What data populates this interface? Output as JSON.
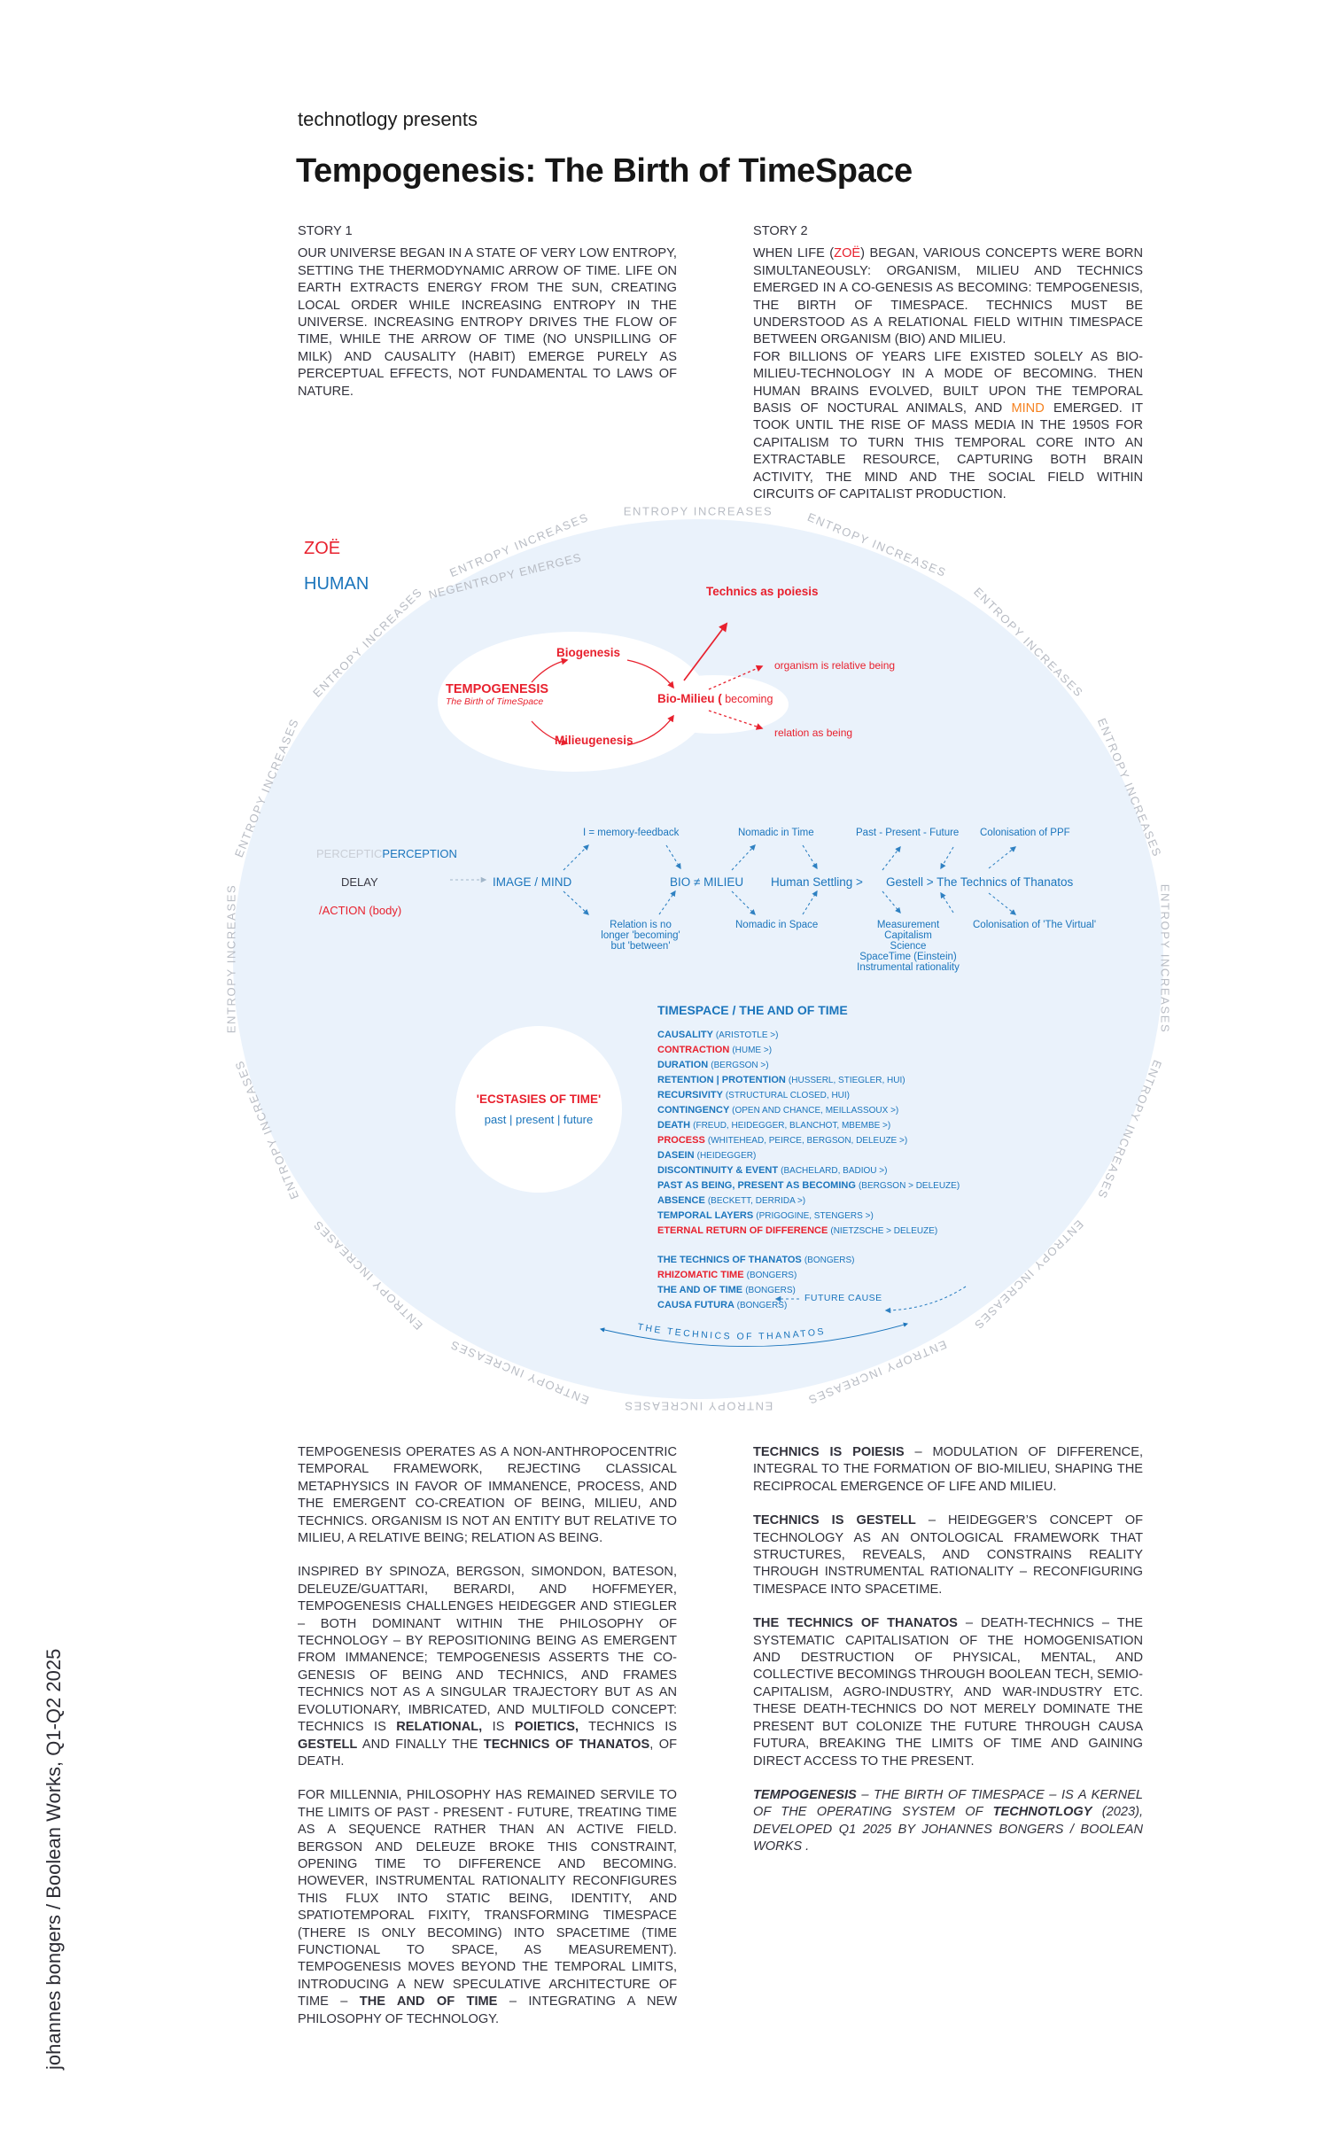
{
  "header": {
    "presenter": "technotlogy presents",
    "title": "Tempogenesis: The Birth of TimeSpace"
  },
  "credit": "johannes bongers / Boolean Works, Q1-Q2 2025",
  "story1": {
    "heading": "STORY 1",
    "body": "OUR UNIVERSE BEGAN IN A STATE OF VERY LOW ENTROPY, SETTING THE THERMODYNAMIC ARROW OF TIME. LIFE ON EARTH EXTRACTS ENERGY FROM THE SUN, CREATING LOCAL ORDER WHILE INCREASING ENTROPY IN THE UNIVERSE. INCREASING ENTROPY DRIVES THE FLOW OF TIME, WHILE THE ARROW OF TIME (NO UNSPILLING OF MILK) AND CAUSALITY (HABIT) EMERGE PURELY AS PERCEPTUAL EFFECTS, NOT FUNDAMENTAL TO LAWS OF NATURE."
  },
  "story2": {
    "heading": "STORY 2",
    "p1": [
      {
        "t": "WHEN LIFE ("
      },
      {
        "t": "ZOË",
        "c": "red"
      },
      {
        "t": ") BEGAN, VARIOUS CONCEPTS WERE BORN SIMULTANEOUSLY: ORGANISM, MILIEU AND TECHNICS EMERGED IN A CO-GENESIS AS BECOMING: TEMPOGENESIS, THE BIRTH OF TIMESPACE. TECHNICS MUST BE UNDERSTOOD AS A RELATIONAL FIELD WITHIN TIMESPACE BETWEEN ORGANISM (BIO) AND MILIEU."
      }
    ],
    "p2": [
      {
        "t": "FOR BILLIONS OF YEARS LIFE EXISTED SOLELY AS BIO-MILIEU-TECHNOLOGY IN A MODE OF BECOMING. THEN HUMAN BRAINS EVOLVED, BUILT UPON THE TEMPORAL BASIS OF NOCTURAL ANIMALS, AND "
      },
      {
        "t": "MIND",
        "c": "orange"
      },
      {
        "t": " EMERGED. IT TOOK UNTIL THE RISE OF MASS MEDIA IN THE 1950S FOR CAPITALISM TO TURN THIS TEMPORAL CORE INTO AN EXTRACTABLE RESOURCE, CAPTURING BOTH BRAIN ACTIVITY, THE MIND AND THE SOCIAL FIELD WITHIN CIRCUITS OF CAPITALIST PRODUCTION."
      }
    ]
  },
  "diagram": {
    "ring_label": "ENTROPY INCREASES",
    "negentropy": "NEGENTROPY EMERGES",
    "zoe": "ZOË",
    "human": "HUMAN",
    "core": {
      "tempogenesis": "TEMPOGENESIS",
      "tempo_sub": "The Birth of TimeSpace",
      "biogenesis": "Biogenesis",
      "milieugenesis": "Milieugenesis",
      "bio_milieu": "Bio-Milieu (",
      "becoming": " becoming",
      "technics_poiesis": "Technics as poiesis",
      "organism_relative": "organism is relative being",
      "relation_being": "relation as being"
    },
    "flow": {
      "perceptic": "PERCEPTIC",
      "perception": "PERCEPTION",
      "delay": "DELAY",
      "action": "/ACTION (body)",
      "image_mind": "IMAGE / MIND",
      "bio_ne_milieu": "BIO ≠ MILIEU",
      "human_settling": "Human Settling >",
      "gestell": "Gestell > The Technics of Thanatos",
      "memory_feedback": "I = memory-feedback",
      "nomadic_time": "Nomadic in Time",
      "ppf": "Past - Present - Future",
      "colonisation_ppf": "Colonisation of PPF",
      "relation_lines": [
        "Relation is no",
        "longer 'becoming'",
        "but 'between'"
      ],
      "nomadic_space": "Nomadic in Space",
      "measurement_lines": [
        "Measurement",
        "Capitalism",
        "Science",
        "SpaceTime (Einstein)",
        "Instrumental rationality"
      ],
      "colonisation_virtual": "Colonisation of 'The Virtual'"
    },
    "ecstasies": {
      "title": "'ECSTASIES OF TIME'",
      "subtitle": "past | present | future"
    },
    "timespace": {
      "heading": "TIMESPACE / THE AND OF TIME",
      "items": [
        {
          "term": "CAUSALITY",
          "note": "(ARISTOTLE >)",
          "red": false
        },
        {
          "term": "CONTRACTION",
          "note": "(HUME >)",
          "red": true
        },
        {
          "term": "DURATION",
          "note": "(BERGSON >)",
          "red": false
        },
        {
          "term": "RETENTION | PROTENTION",
          "note": "(HUSSERL, STIEGLER, HUI)",
          "red": false
        },
        {
          "term": "RECURSIVITY",
          "note": "(STRUCTURAL CLOSED, HUI)",
          "red": false
        },
        {
          "term": "CONTINGENCY",
          "note": "(OPEN AND CHANCE, MEILLASSOUX >)",
          "red": false
        },
        {
          "term": "DEATH",
          "note": "(FREUD, HEIDEGGER, BLANCHOT, MBEMBE >)",
          "red": false
        },
        {
          "term": "PROCESS",
          "note": "(WHITEHEAD, PEIRCE, BERGSON, DELEUZE >)",
          "red": true
        },
        {
          "term": "DASEIN",
          "note": "(HEIDEGGER)",
          "red": false
        },
        {
          "term": "DISCONTINUITY & EVENT",
          "note": "(BACHELARD, BADIOU >)",
          "red": false
        },
        {
          "term": "PAST AS BEING, PRESENT AS BECOMING",
          "note": "(BERGSON > DELEUZE)",
          "red": false
        },
        {
          "term": "ABSENCE",
          "note": "(BECKETT, DERRIDA >)",
          "red": false
        },
        {
          "term": "TEMPORAL LAYERS",
          "note": "(PRIGOGINE, STENGERS >)",
          "red": false
        },
        {
          "term": "ETERNAL RETURN OF DIFFERENCE",
          "note": "(NIETZSCHE > DELEUZE)",
          "red": true
        }
      ],
      "items_bongers": [
        {
          "term": "THE TECHNICS OF THANATOS",
          "note": "(BONGERS)",
          "red": false
        },
        {
          "term": "RHIZOMATIC TIME",
          "note": "(BONGERS)",
          "red": true
        },
        {
          "term": "THE AND OF TIME",
          "note": "(BONGERS)",
          "red": false
        },
        {
          "term": "CAUSA FUTURA",
          "note": "(BONGERS)",
          "red": false
        }
      ],
      "future_cause": "FUTURE CAUSE"
    },
    "thanatos_arc": "THE TECHNICS OF THANATOS"
  },
  "essay": {
    "left": [
      [
        {
          "t": "TEMPOGENESIS OPERATES AS A NON-ANTHROPOCENTRIC TEMPORAL FRAMEWORK, REJECTING CLASSICAL METAPHYSICS IN FAVOR OF IMMANENCE, PROCESS, AND THE EMERGENT CO-CREATION OF BEING, MILIEU, AND TECHNICS. ORGANISM IS NOT AN ENTITY BUT RELATIVE TO MILIEU, A RELATIVE BEING; RELATION AS BEING."
        }
      ],
      [
        {
          "t": "INSPIRED BY SPINOZA, BERGSON, SIMONDON, BATESON, DELEUZE/GUATTARI, BERARDI, AND HOFFMEYER, TEMPOGENESIS CHALLENGES HEIDEGGER AND STIEGLER – BOTH DOMINANT WITHIN THE PHILOSOPHY OF TECHNOLOGY – BY REPOSITIONING BEING AS EMERGENT FROM IMMANENCE; TEMPOGENESIS ASSERTS THE CO-GENESIS OF BEING AND TECHNICS, AND FRAMES TECHNICS NOT AS A SINGULAR TRAJECTORY BUT AS AN EVOLUTIONARY, IMBRICATED, AND MULTIFOLD CONCEPT: TECHNICS IS "
        },
        {
          "t": "RELATIONAL,",
          "b": true
        },
        {
          "t": " IS "
        },
        {
          "t": "POIETICS,",
          "b": true
        },
        {
          "t": " TECHNICS IS "
        },
        {
          "t": "GESTELL",
          "b": true
        },
        {
          "t": " AND FINALLY THE "
        },
        {
          "t": "TECHNICS OF THANATOS",
          "b": true
        },
        {
          "t": ", OF DEATH."
        }
      ],
      [
        {
          "t": "FOR MILLENNIA, PHILOSOPHY HAS REMAINED SERVILE TO THE LIMITS OF PAST - PRESENT - FUTURE, TREATING TIME AS A SEQUENCE RATHER THAN AN ACTIVE FIELD. BERGSON AND DELEUZE BROKE THIS CONSTRAINT, OPENING TIME TO DIFFERENCE AND BECOMING. HOWEVER, INSTRUMENTAL RATIONALITY RECONFIGURES THIS FLUX INTO STATIC BEING, IDENTITY, AND SPATIOTEMPORAL FIXITY, TRANSFORMING TIMESPACE (THERE IS ONLY BECOMING) INTO SPACETIME (TIME FUNCTIONAL TO SPACE, AS MEASUREMENT). TEMPOGENESIS MOVES BEYOND THE TEMPORAL LIMITS, INTRODUCING A NEW SPECULATIVE ARCHITECTURE OF TIME – "
        },
        {
          "t": "THE AND OF TIME",
          "b": true
        },
        {
          "t": " – INTEGRATING A NEW PHILOSOPHY OF TECHNOLOGY."
        }
      ]
    ],
    "right": [
      [
        {
          "t": "TECHNICS IS POIESIS",
          "b": true
        },
        {
          "t": " – MODULATION OF DIFFERENCE, INTEGRAL TO THE FORMATION OF BIO-MILIEU, SHAPING THE RECIPROCAL EMERGENCE OF LIFE AND MILIEU."
        }
      ],
      [
        {
          "t": "TECHNICS IS GESTELL",
          "b": true
        },
        {
          "t": " – HEIDEGGER’S CONCEPT OF TECHNOLOGY AS AN ONTOLOGICAL FRAMEWORK THAT STRUCTURES, REVEALS, AND CONSTRAINS REALITY THROUGH INSTRUMENTAL RATIONALITY – RECONFIGURING TIMESPACE INTO SPACETIME."
        }
      ],
      [
        {
          "t": "THE TECHNICS OF THANATOS",
          "b": true
        },
        {
          "t": " – DEATH-TECHNICS – THE SYSTEMATIC CAPITALISATION OF THE HOMOGENISATION AND DESTRUCTION OF PHYSICAL, MENTAL, AND COLLECTIVE BECOMINGS THROUGH BOOLEAN TECH, SEMIO-CAPITALISM, AGRO-INDUSTRY, AND WAR-INDUSTRY ETC. THESE DEATH-TECHNICS DO NOT MERELY DOMINATE THE PRESENT BUT COLONIZE THE FUTURE THROUGH CAUSA FUTURA, BREAKING THE LIMITS OF TIME AND GAINING DIRECT ACCESS TO THE PRESENT."
        }
      ],
      [
        {
          "t": "TEMPOGENESIS",
          "b": true,
          "i": true
        },
        {
          "t": " – THE BIRTH OF TIMESPACE – IS A KERNEL OF THE OPERATING SYSTEM OF ",
          "i": true
        },
        {
          "t": "TECHNOTLOGY",
          "b": true,
          "i": true
        },
        {
          "t": " (2023), DEVELOPED Q1 2025 BY JOHANNES BONGERS / BOOLEAN WORKS .",
          "i": true
        }
      ]
    ]
  }
}
